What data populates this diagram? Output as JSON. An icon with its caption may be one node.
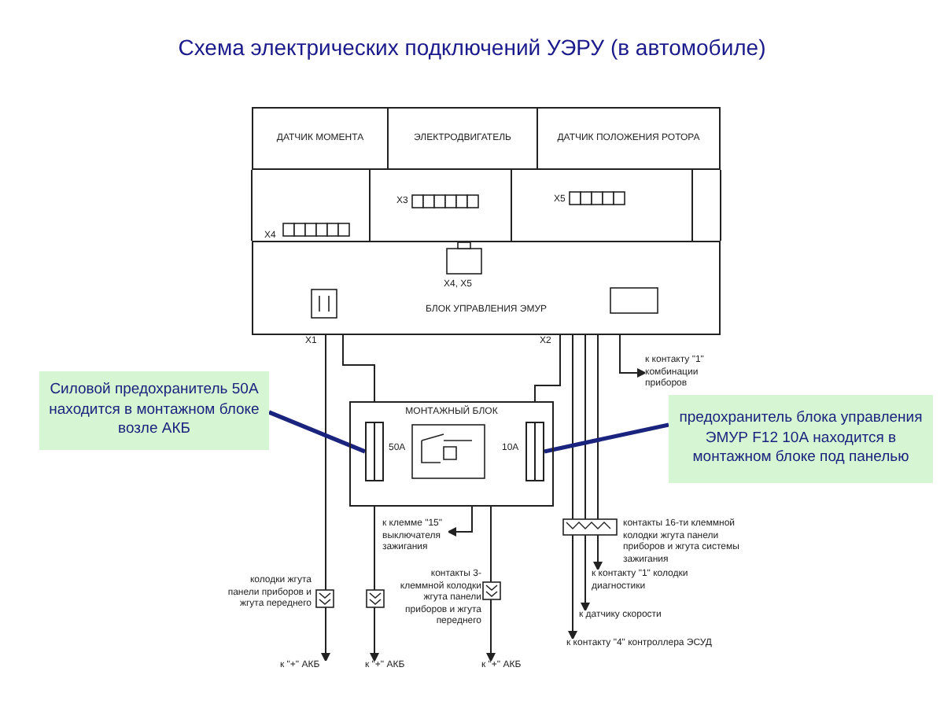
{
  "diagram": {
    "title": "Схема электрических подключений УЭРУ (в автомобиле)",
    "nodes": [
      {
        "text": [
          "ДАТЧИК МОМЕНТА"
        ]
      },
      {
        "text": [
          "ЭЛЕКТРОДВИГАТЕЛЬ"
        ]
      },
      {
        "text": [
          "ДАТЧИК ПОЛОЖЕНИЯ РОТОРА"
        ]
      },
      {
        "text": [
          "БЛОК УПРАВЛЕНИЯ ЭМУР"
        ]
      },
      {
        "text": [
          "МОНТАЖНЫЙ БЛОК"
        ]
      },
      {
        "text": [],
        "shape": "bar",
        "in": 4,
        "beside": [
          "50А"
        ]
      },
      {
        "text": [],
        "shape": "bar",
        "in": 4,
        "beside": [
          "10А"
        ]
      },
      {
        "text": [
          "Силовой предохранитель 50А находится в монтажном блоке возле АКБ"
        ]
      },
      {
        "text": [
          "предохранитель блока управления ЭМУР F12 10А находится в монтажном блоке под панелью"
        ]
      },
      {
        "text": [
          "к контакту \"1\" комбинации приборов"
        ]
      },
      {
        "text": [
          "к клемме \"15\" выключателя зажигания"
        ]
      },
      {
        "text": [
          "к \"+\" АКБ"
        ]
      },
      {
        "text": [
          "к \"+\" АКБ"
        ]
      },
      {
        "text": [
          "к \"+\" АКБ"
        ]
      },
      {
        "text": [
          "к контакту \"1\" колодки диагностики"
        ]
      },
      {
        "text": [
          "к датчику скорости"
        ]
      },
      {
        "text": [
          "к контакту \"4\" контроллера ЭСУД"
        ]
      }
    ],
    "edges": [
      {
        "from": 0,
        "to": 3,
        "arrow": "none"
      },
      {
        "from": 1,
        "to": 3,
        "arrow": "none"
      },
      {
        "from": 2,
        "to": 3,
        "arrow": "none"
      },
      {
        "from": 3,
        "to": 4,
        "arrow": "none"
      },
      {
        "from": 3,
        "to": 11,
        "arrow": "to"
      },
      {
        "from": 4,
        "to": 12,
        "arrow": "to"
      },
      {
        "from": 4,
        "to": 13,
        "arrow": "to"
      },
      {
        "from": 3,
        "to": 9,
        "arrow": "to"
      },
      {
        "from": 4,
        "to": 10,
        "arrow": "to"
      },
      {
        "from": 3,
        "to": 14,
        "arrow": "to"
      },
      {
        "from": 3,
        "to": 15,
        "arrow": "to"
      },
      {
        "from": 3,
        "to": 16,
        "arrow": "to"
      },
      {
        "from": 3,
        "to": 4,
        "arrow": "none"
      },
      {
        "from": 7,
        "to": 5,
        "arrow": "none",
        "style": "thick",
        "color": "#1a237e"
      },
      {
        "from": 8,
        "to": 6,
        "arrow": "none",
        "style": "thick",
        "color": "#1a237e"
      }
    ],
    "labels": [
      "X4",
      "X3",
      "X5",
      "X4, X5",
      "X1",
      "X2",
      "контакты 16-ти клеммной колодки жгута панели приборов и жгута системы зажигания",
      "колодки жгута панели приборов и жгута переднего",
      "контакты 3-клеммной колодки жгута панели приборов и жгута переднего"
    ]
  }
}
